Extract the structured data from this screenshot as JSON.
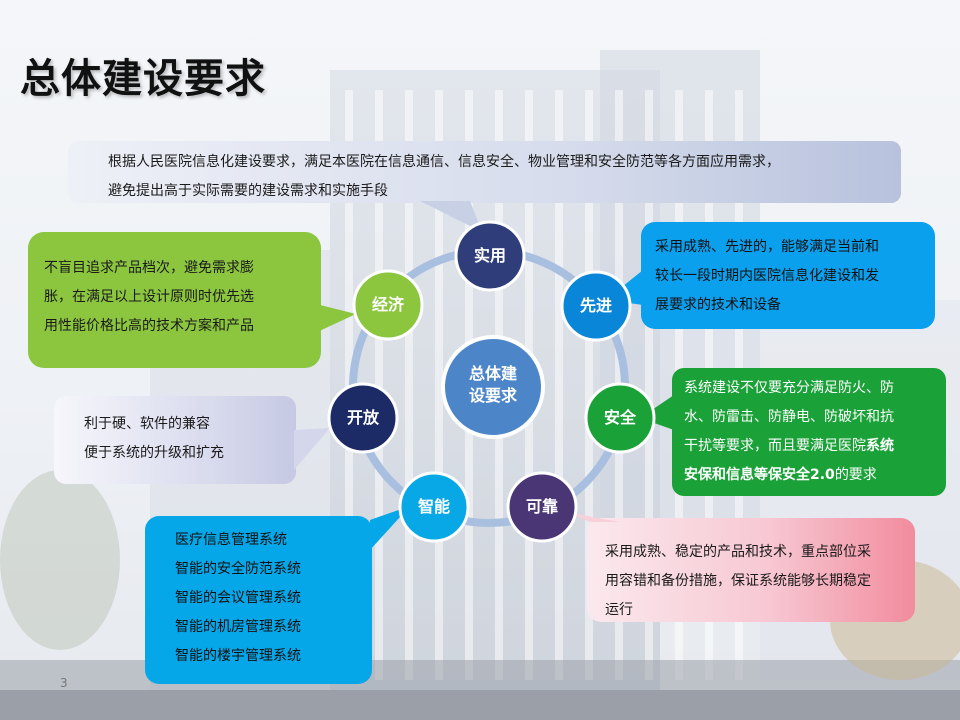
{
  "title": "总体建设要求",
  "page_number": "3",
  "center": {
    "line1": "总体建",
    "line2": "设要求"
  },
  "nodes": {
    "practical": "实用",
    "advanced": "先进",
    "safety": "安全",
    "reliable": "可靠",
    "smart": "智能",
    "open": "开放",
    "economic": "经济"
  },
  "boxes": {
    "top": {
      "lines": [
        "根据人民医院信息化建设要求，满足本医院在信息通信、信息安全、物业管理和安全防范等各方面应用需求，",
        "避免提出高于实际需要的建设需求和实施手段"
      ]
    },
    "economic": {
      "lines": [
        "不盲目追求产品档次，避免需求膨",
        "胀，在满足以上设计原则时优先选",
        "用性能价格比高的技术方案和产品"
      ]
    },
    "advanced": {
      "lines": [
        "采用成熟、先进的，能够满足当前和",
        "较长一段时期内医院信息化建设和发",
        "展要求的技术和设备"
      ]
    },
    "open": {
      "lines": [
        "利于硬、软件的兼容",
        "便于系统的升级和扩充"
      ]
    },
    "safety": {
      "line1": "系统建设不仅要充分满足防火、防",
      "line2": "水、防雷击、防静电、防破坏和抗",
      "line3_normal": "干扰等要求，而且要满足医院",
      "line3_bold": "系统",
      "line4_bold": "安保和信息等保安全2.0",
      "line4_normal": "的要求"
    },
    "smart": {
      "lines": [
        "医疗信息管理系统",
        "智能的安全防范系统",
        "智能的会议管理系统",
        "智能的机房管理系统",
        "智能的楼宇管理系统"
      ]
    },
    "reliable": {
      "lines": [
        "采用成熟、稳定的产品和技术，重点部位采",
        "用容错和备份措施，保证系统能够长期稳定",
        "运行"
      ]
    }
  },
  "colors": {
    "ring": "#a9bfe0",
    "center": "#4d86c8",
    "practical": "#2f3e7a",
    "advanced": "#0a86d8",
    "safety": "#1aa138",
    "reliable": "#4b3675",
    "smart": "#08a7e6",
    "open": "#1c2a66",
    "economic": "#8cc63f"
  }
}
